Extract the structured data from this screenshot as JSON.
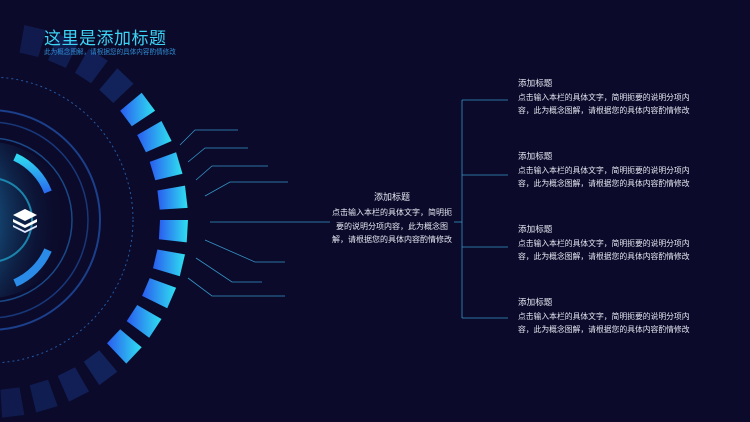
{
  "header": {
    "title": "这里是添加标题",
    "subtitle": "此为概念图解，请根据您的具体内容酌情修改"
  },
  "center": {
    "heading": "添加标题",
    "body": "点击输入本栏的具体文字，简明扼要的说明分项内容，此为概念图解，请根据您的具体内容酌情修改"
  },
  "items": [
    {
      "heading": "添加标题",
      "body": "点击输入本栏的具体文字，简明扼要的说明分项内容，此为概念图解，请根据您的具体内容酌情修改"
    },
    {
      "heading": "添加标题",
      "body": "点击输入本栏的具体文字，简明扼要的说明分项内容，此为概念图解，请根据您的具体内容酌情修改"
    },
    {
      "heading": "添加标题",
      "body": "点击输入本栏的具体文字，简明扼要的说明分项内容，此为概念图解，请根据您的具体内容酌情修改"
    },
    {
      "heading": "添加标题",
      "body": "点击输入本栏的具体文字，简明扼要的说明分项内容，此为概念图解，请根据您的具体内容酌情修改"
    }
  ],
  "colors": {
    "background": "#0b0a2a",
    "accent_cyan": "#2fd8f0",
    "accent_blue": "#2a6cf0",
    "line": "#3aa3d8"
  },
  "icons": {
    "center": "stacked-layers-icon"
  }
}
